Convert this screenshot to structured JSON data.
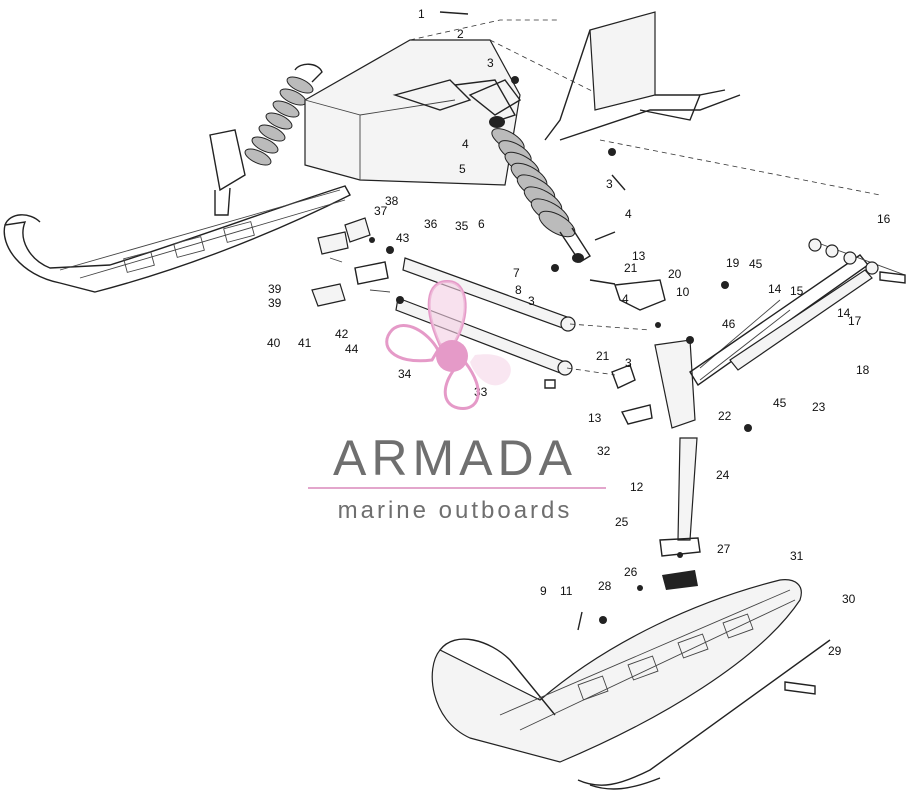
{
  "diagram": {
    "part_numbers": [
      "1",
      "2",
      "3",
      "3",
      "3",
      "3",
      "4",
      "4",
      "4",
      "5",
      "6",
      "7",
      "8",
      "9",
      "10",
      "11",
      "12",
      "13",
      "13",
      "14",
      "14",
      "15",
      "16",
      "17",
      "18",
      "19",
      "20",
      "21",
      "21",
      "22",
      "23",
      "24",
      "25",
      "26",
      "27",
      "28",
      "29",
      "30",
      "31",
      "32",
      "33",
      "34",
      "35",
      "36",
      "37",
      "38",
      "39",
      "39",
      "40",
      "41",
      "42",
      "43",
      "44",
      "45",
      "45",
      "46"
    ]
  },
  "watermark": {
    "brand": "ARMADA",
    "tagline": "marine outboards",
    "colors": {
      "logo_pink": "#e59ac8",
      "logo_light": "#f3cde3",
      "text_gray": "#6f6f6f",
      "rule": "#e3a6cc"
    }
  }
}
